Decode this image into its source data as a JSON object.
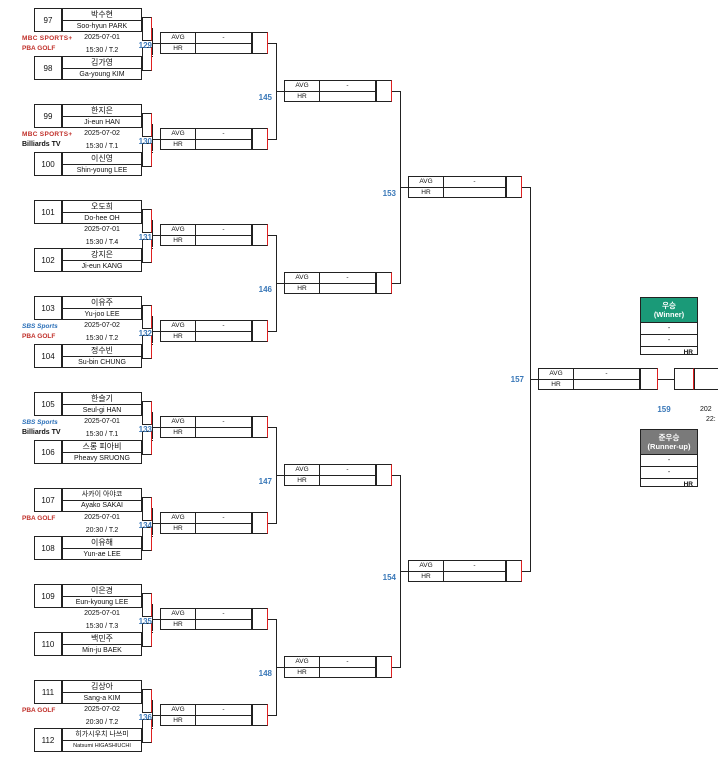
{
  "players": [
    {
      "seed": "97",
      "ko": "박수현",
      "en": "Soo-hyun PARK"
    },
    {
      "seed": "98",
      "ko": "김가영",
      "en": "Ga-young KIM"
    },
    {
      "seed": "99",
      "ko": "한지은",
      "en": "Ji-eun HAN"
    },
    {
      "seed": "100",
      "ko": "이신영",
      "en": "Shin-young LEE"
    },
    {
      "seed": "101",
      "ko": "오도희",
      "en": "Do-hee OH"
    },
    {
      "seed": "102",
      "ko": "강지은",
      "en": "Ji-eun KANG"
    },
    {
      "seed": "103",
      "ko": "이유주",
      "en": "Yu-joo LEE"
    },
    {
      "seed": "104",
      "ko": "정수빈",
      "en": "Su-bin CHUNG"
    },
    {
      "seed": "105",
      "ko": "한슬기",
      "en": "Seul-gi HAN"
    },
    {
      "seed": "106",
      "ko": "스롱 피아비",
      "en": "Pheavy SRUONG"
    },
    {
      "seed": "107",
      "ko": "사카이 아야코",
      "en": "Ayako SAKAI"
    },
    {
      "seed": "108",
      "ko": "이유해",
      "en": "Yun-ae LEE"
    },
    {
      "seed": "109",
      "ko": "이은경",
      "en": "Eun-kyoung LEE"
    },
    {
      "seed": "110",
      "ko": "백민주",
      "en": "Min-ju BAEK"
    },
    {
      "seed": "111",
      "ko": "김상아",
      "en": "Sang-a KIM"
    },
    {
      "seed": "112",
      "ko": "히가시우치 나쓰미",
      "en": "Natsumi HIGASHIUCHI"
    }
  ],
  "r1": [
    {
      "num": "129",
      "date": "2025-07-01",
      "time": "15:30 / T.2",
      "logos": [
        "MBC SPORTS+",
        "PBA GOLF"
      ]
    },
    {
      "num": "130",
      "date": "2025-07-02",
      "time": "15:30 / T.1",
      "logos": [
        "MBC SPORTS+",
        "Billiards TV"
      ]
    },
    {
      "num": "131",
      "date": "2025-07-01",
      "time": "15:30 / T.4",
      "logos": []
    },
    {
      "num": "132",
      "date": "2025-07-02",
      "time": "15:30 / T.2",
      "logos": [
        "SBS Sports",
        "PBA GOLF"
      ]
    },
    {
      "num": "133",
      "date": "2025-07-01",
      "time": "15:30 / T.1",
      "logos": [
        "SBS Sports",
        "Billiards TV"
      ]
    },
    {
      "num": "134",
      "date": "2025-07-01",
      "time": "20:30 / T.2",
      "logos": [
        "PBA GOLF"
      ]
    },
    {
      "num": "135",
      "date": "2025-07-01",
      "time": "15:30 / T.3",
      "logos": []
    },
    {
      "num": "136",
      "date": "2025-07-02",
      "time": "20:30 / T.2",
      "logos": [
        "PBA GOLF"
      ]
    }
  ],
  "r2": [
    {
      "num": "145"
    },
    {
      "num": "146"
    },
    {
      "num": "147"
    },
    {
      "num": "148"
    }
  ],
  "r3": [
    {
      "num": "153"
    },
    {
      "num": "154"
    }
  ],
  "r4": [
    {
      "num": "157"
    }
  ],
  "final": {
    "num": "159",
    "date": "202",
    "time": "22:"
  },
  "stat": {
    "avg": "AVG",
    "hr": "HR",
    "dash": "-"
  },
  "winner": {
    "ko": "우승",
    "en": "(Winner)",
    "val1": "-",
    "val2": "-",
    "hr": "HR",
    "color": "#1a9a78"
  },
  "runner": {
    "ko": "준우승",
    "en": "(Runner-up)",
    "val1": "-",
    "val2": "-",
    "hr": "HR",
    "color": "#7a7a7a"
  },
  "colors": {
    "matchnum": "#3a78b8",
    "accent_red": "#e02020"
  }
}
